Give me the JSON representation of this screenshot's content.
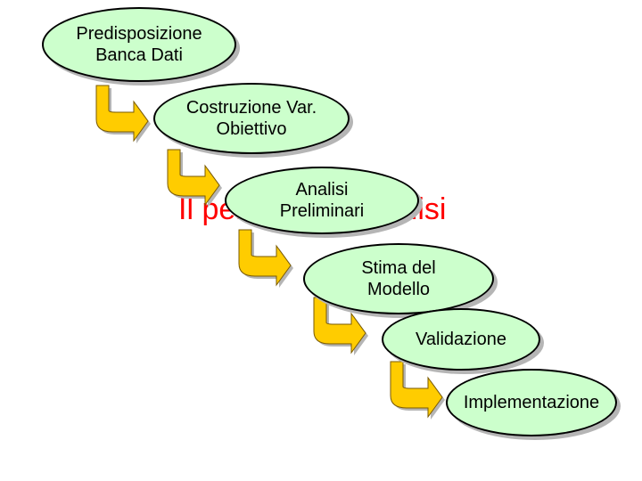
{
  "diagram": {
    "background_title": "Il percorso di analisi",
    "colors": {
      "node_fill": "#ccffcc",
      "arrow_fill": "#ffcc00",
      "arrow_stroke": "#7a5a00",
      "title": "#ff0000"
    },
    "steps": [
      {
        "label": "Predisposizione\nBanca Dati"
      },
      {
        "label": "Costruzione Var.\nObiettivo"
      },
      {
        "label": "Analisi\nPreliminari"
      },
      {
        "label": "Stima del\nModello"
      },
      {
        "label": "Validazione"
      },
      {
        "label": "Implementazione"
      }
    ]
  }
}
